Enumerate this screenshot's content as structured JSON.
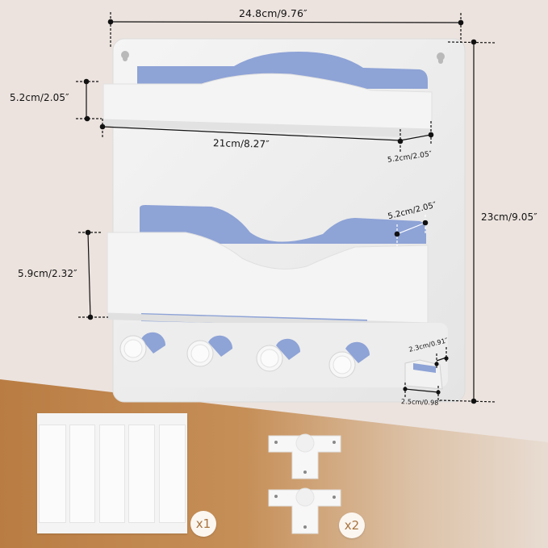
{
  "colors": {
    "wall": "#ece3de",
    "floor_left": "#b97d43",
    "floor_right": "#e8dcd2",
    "product_white": "#f2f2f2",
    "product_blue": "#8ea3d6",
    "dimension_line": "#111111",
    "badge_bg": "#fbf6f0",
    "badge_text": "#a8733e"
  },
  "dimensions": {
    "overall_width": "24.8cm/9.76″",
    "overall_height": "23cm/9.05″",
    "top_shelf_height": "5.2cm/2.05″",
    "top_shelf_inner_width": "21cm/8.27″",
    "top_shelf_depth": "5.2cm/2.05″",
    "bottom_shelf_depth": "5.2cm/2.05″",
    "bottom_shelf_height": "5.9cm/2.32″",
    "small_holder_depth": "2.3cm/0.91″",
    "small_holder_width": "2.5cm/0.98″"
  },
  "accessories": [
    {
      "name": "adhesive strip sheet",
      "quantity_label": "x1"
    },
    {
      "name": "T-shaped mounting bracket",
      "quantity_label": "x2"
    }
  ],
  "product": {
    "hooks_count": 4,
    "shelves_count": 2
  }
}
